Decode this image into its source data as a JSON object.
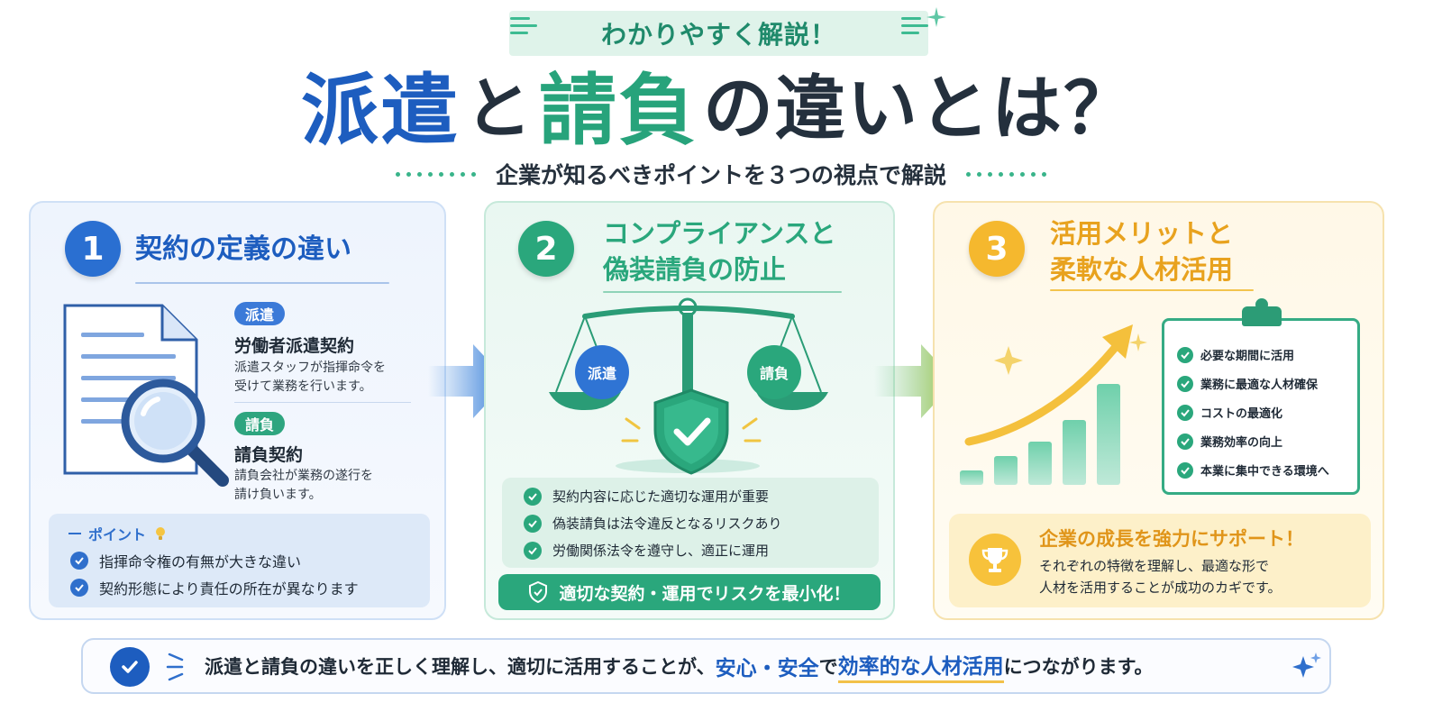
{
  "header": {
    "ribbon": "わかりやすく解説！",
    "title_part1": "派遣",
    "title_part2": "と",
    "title_part3": "請負",
    "title_part4": "の違いとは？",
    "subtitle": "企業が知るべきポイントを３つの視点で解説"
  },
  "section1": {
    "number": "1",
    "title": "契約の定義の違い",
    "haken": {
      "tag": "派遣",
      "heading": "労働者派遣契約",
      "desc_line1": "派遣スタッフが指揮命令を",
      "desc_line2": "受けて業務を行います。"
    },
    "ukeoi": {
      "tag": "請負",
      "heading": "請負契約",
      "desc_line1": "請負会社が業務の遂行を",
      "desc_line2": "請け負います。"
    },
    "point_label": "ポイント",
    "points": [
      "指揮命令権の有無が大きな違い",
      "契約形態により責任の所在が異なります"
    ]
  },
  "section2": {
    "number": "2",
    "title_line1": "コンプライアンスと",
    "title_line2": "偽装請負の防止",
    "scale_left": "派遣",
    "scale_right": "請負",
    "checks": [
      "契約内容に応じた適切な運用が重要",
      "偽装請負は法令違反となるリスクあり",
      "労働関係法令を遵守し、適正に運用"
    ],
    "banner": "適切な契約・運用でリスクを最小化！"
  },
  "section3": {
    "number": "3",
    "title_line1": "活用メリットと",
    "title_line2": "柔軟な人材活用",
    "chart_data": {
      "type": "bar",
      "categories": [
        "",
        "",
        "",
        "",
        ""
      ],
      "values": [
        1,
        2,
        3,
        4.5,
        7
      ],
      "title": "",
      "xlabel": "",
      "ylabel": ""
    },
    "benefits": [
      "必要な期間に活用",
      "業務に最適な人材確保",
      "コストの最適化",
      "業務効率の向上",
      "本業に集中できる環境へ"
    ],
    "support_heading": "企業の成長を強力にサポート！",
    "support_line1": "それぞれの特徴を理解し、最適な形で",
    "support_line2": "人材を活用することが成功のカギです。"
  },
  "footer": {
    "text_before": "派遣と請負の違いを正しく理解し、適切に活用することが、",
    "highlight1": "安心・安全",
    "text_mid": "で",
    "highlight2": "効率的な人材活用",
    "text_after": "につながります。"
  },
  "colors": {
    "blue": "#1d5dbf",
    "green": "#27a37b",
    "orange": "#f5b82e",
    "dark": "#24303d"
  },
  "icons": [
    "document-icon",
    "magnifier-icon",
    "lightbulb-icon",
    "scale-icon",
    "shield-check-icon",
    "growth-arrow-icon",
    "clipboard-icon",
    "trophy-icon",
    "sparkle-icon",
    "check-icon"
  ]
}
